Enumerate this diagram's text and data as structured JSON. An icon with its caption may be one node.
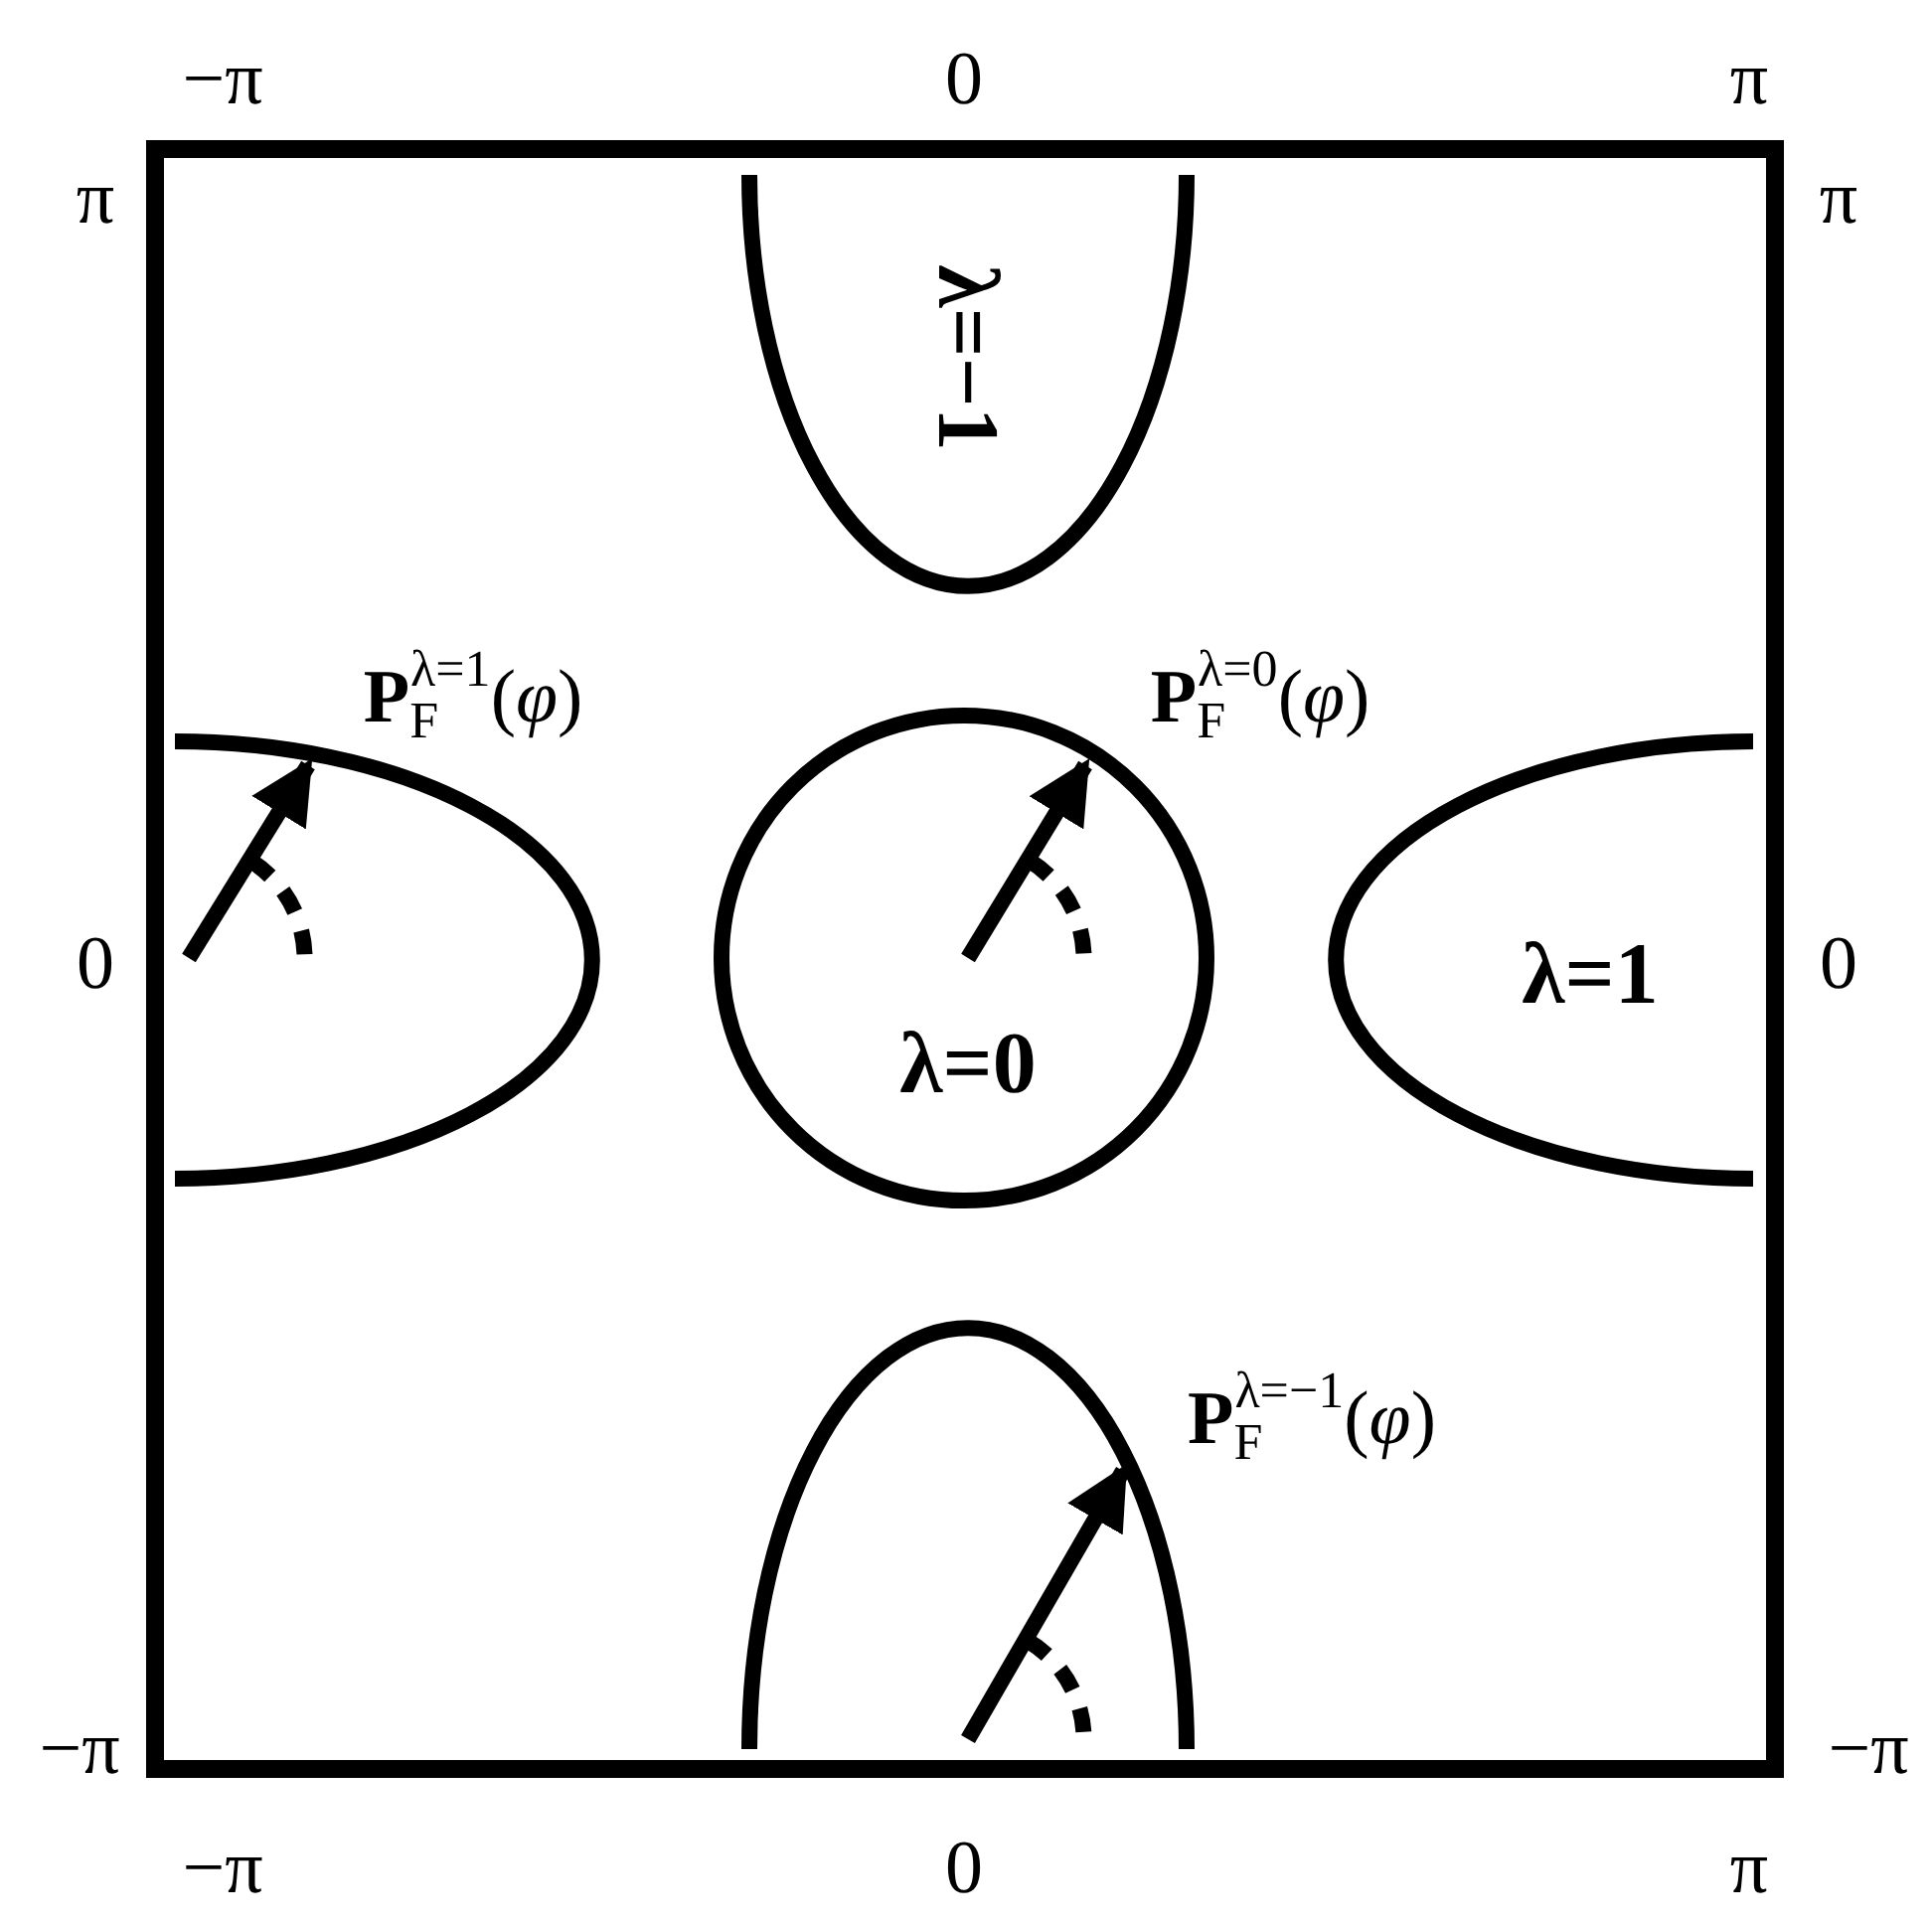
{
  "diagram": {
    "nodes": [
      {
        "text": [
          "λ=−1"
        ]
      },
      {
        "text": [],
        "shape": "ellipse"
      },
      {
        "text": [
          "λ=0"
        ]
      },
      {
        "text": [
          "λ=1"
        ]
      },
      {
        "text": [],
        "shape": "ellipse"
      }
    ],
    "labels": [
      "−π",
      "0",
      "π",
      "π",
      "π",
      "**P**$_{F}$$^{λ=1}$(*φ*)",
      "**P**$_{F}$$^{λ=0}$(*φ*)",
      "0",
      "0",
      "**P**$_{F}$$^{λ=−1}$(*φ*)",
      "−π",
      "−π",
      "−π",
      "0",
      "π"
    ]
  }
}
